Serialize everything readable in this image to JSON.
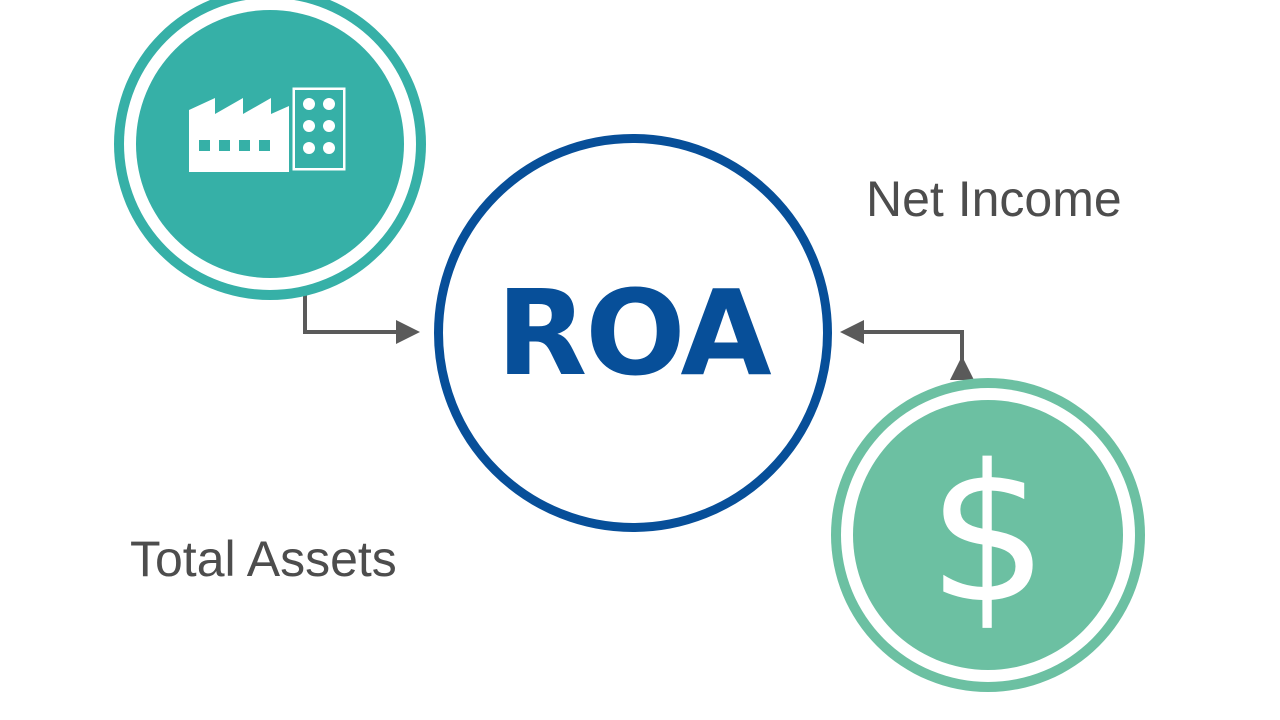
{
  "diagram": {
    "center": {
      "label": "ROA"
    },
    "nodes": [
      {
        "id": "total-assets",
        "label": "Total Assets",
        "icon": "factory-icon"
      },
      {
        "id": "net-income",
        "label": "Net Income",
        "icon": "dollar-icon",
        "symbol": "$"
      }
    ],
    "edges": [
      {
        "from": "total-assets",
        "to": "center"
      },
      {
        "from": "net-income",
        "to": "center",
        "bidirectional": true
      }
    ]
  },
  "colors": {
    "assets_teal": "#36b0a7",
    "income_green": "#6cc0a2",
    "roa_blue": "#074f99",
    "label_gray": "#4d4d4d",
    "arrow_gray": "#5a5a5a"
  }
}
